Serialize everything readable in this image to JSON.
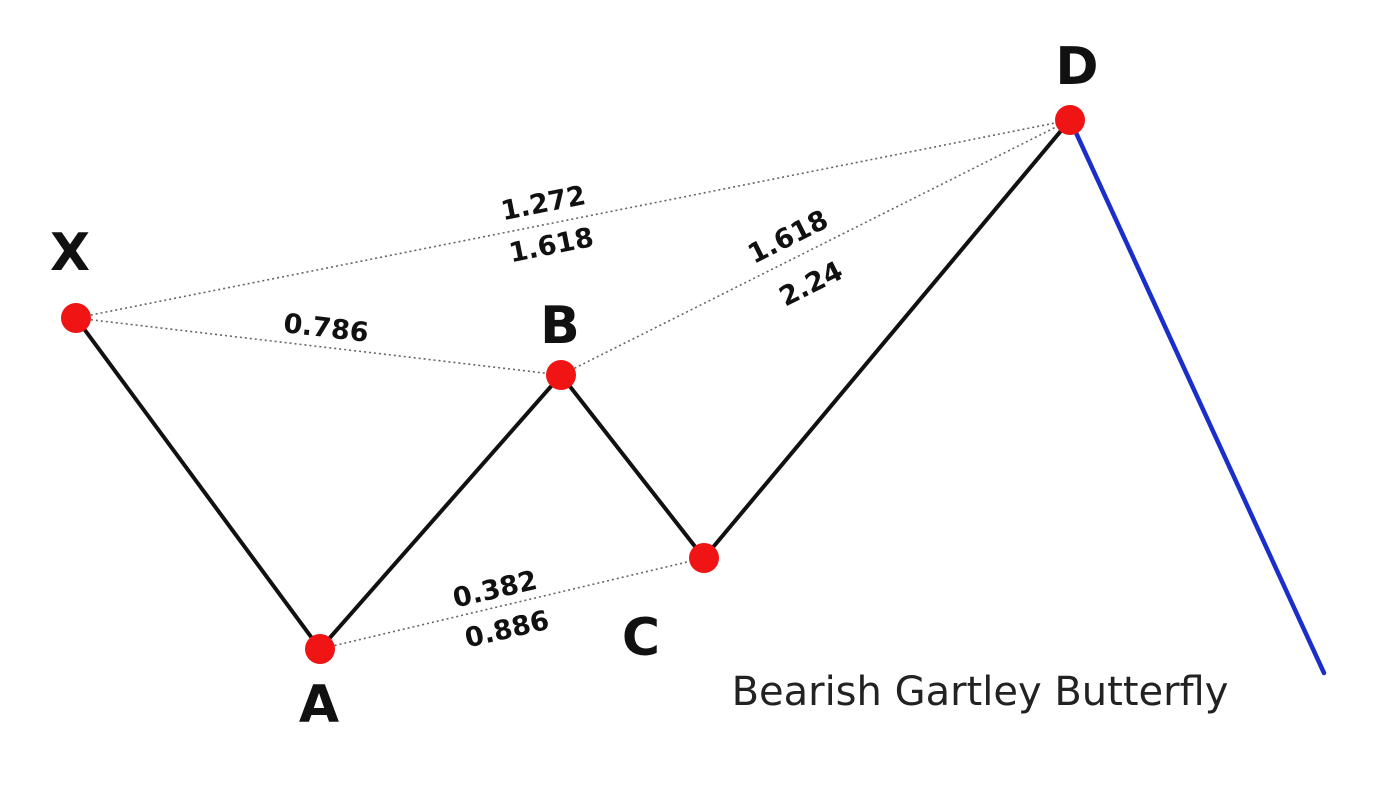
{
  "points": {
    "X": {
      "label": "X"
    },
    "A": {
      "label": "A"
    },
    "B": {
      "label": "B"
    },
    "C": {
      "label": "C"
    },
    "D": {
      "label": "D"
    }
  },
  "ratios": {
    "xb": "0.786",
    "ac_top": "0.382",
    "ac_bottom": "0.886",
    "bd_top": "1.618",
    "bd_bottom": "2.24",
    "xd_top": "1.272",
    "xd_bottom": "1.618"
  },
  "caption": "Bearish Gartley Butterfly",
  "colors": {
    "leg": "#111111",
    "node": "#f01414",
    "projection": "#1a2fc9",
    "guide": "#666666"
  }
}
